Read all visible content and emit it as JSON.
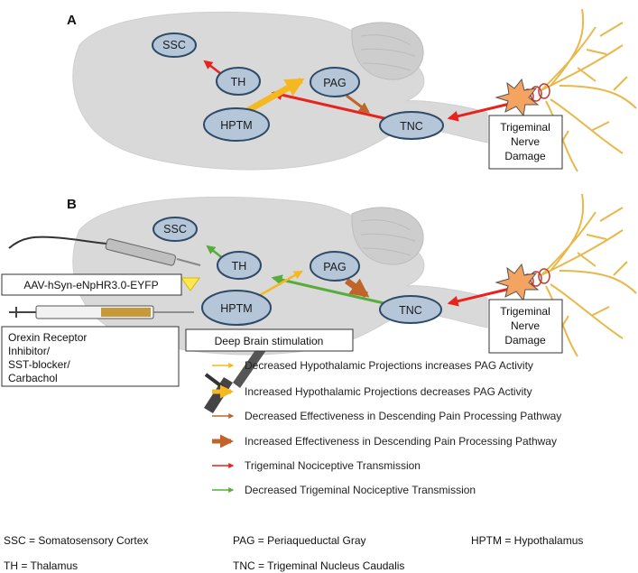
{
  "panels": {
    "a": {
      "letter": "A",
      "nodes": {
        "ssc": "SSC",
        "th": "TH",
        "pag": "PAG",
        "hptm": "HPTM",
        "tnc": "TNC"
      },
      "damage_box": [
        "Trigeminal",
        "Nerve",
        "Damage"
      ]
    },
    "b": {
      "letter": "B",
      "nodes": {
        "ssc": "SSC",
        "th": "TH",
        "pag": "PAG",
        "hptm": "HPTM",
        "tnc": "TNC"
      },
      "damage_box": [
        "Trigeminal",
        "Nerve",
        "Damage"
      ],
      "virus_label": "AAV-hSyn-eNpHR3.0-EYFP",
      "drug_label": [
        "Orexin Receptor",
        "Inhibitor/",
        "SST-blocker/",
        "Carbachol"
      ],
      "dbs_label": "Deep Brain stimulation"
    }
  },
  "legend": [
    {
      "text": "Decreased  Hypothalamic  Projections  increases  PAG  Activity",
      "color": "#f5b820",
      "weight": "thin"
    },
    {
      "text": "Increased  Hypothalamic  Projections  decreases  PAG  Activity",
      "color": "#f5b820",
      "weight": "thick"
    },
    {
      "text": "Decreased  Effectiveness  in  Descending  Pain  Processing  Pathway",
      "color": "#c0652a",
      "weight": "thin"
    },
    {
      "text": "Increased  Effectiveness  in  Descending  Pain  Processing  Pathway",
      "color": "#c0652a",
      "weight": "thick"
    },
    {
      "text": "Trigeminal  Nociceptive  Transmission",
      "color": "#e8221c",
      "weight": "thin"
    },
    {
      "text": "Decreased  Trigeminal  Nociceptive  Transmission",
      "color": "#56ad3a",
      "weight": "thin"
    }
  ],
  "abbreviations": {
    "ssc": "SSC = Somatosensory  Cortex",
    "pag": "PAG = Periaqueductal  Gray",
    "hptm": "HPTM = Hypothalamus",
    "th": "TH = Thalamus",
    "tnc": "TNC = Trigeminal  Nucleus  Caudalis"
  },
  "colors": {
    "brain": "#d9d9d9",
    "node_fill": "#b4c6d8",
    "node_stroke": "#2e4a66",
    "nerve": "#e8b84a",
    "lesion": "#f4a460"
  }
}
